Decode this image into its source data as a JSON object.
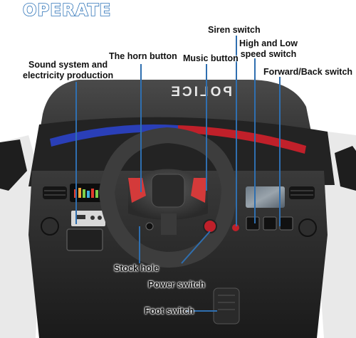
{
  "title": "OPERATE",
  "car_roof_text": "POLICE",
  "labels": {
    "siren_switch": "Siren switch",
    "high_low_line1": "High and Low",
    "high_low_line2": "speed switch",
    "sound_line1": "Sound system and",
    "sound_line2": "electricity production",
    "horn_button": "The horn button",
    "music_button": "Music button",
    "forward_back_switch": "Forward/Back switch",
    "stock_hole": "Stock hole",
    "power_switch": "Power switch",
    "foot_switch": "Foot switch"
  },
  "colors": {
    "title_outline": "#2f74b8",
    "leader_line": "#2f6fb0",
    "car_body": "#2b2b2b",
    "stripe_blue": "#2a3fb8",
    "stripe_red": "#c0202a"
  }
}
